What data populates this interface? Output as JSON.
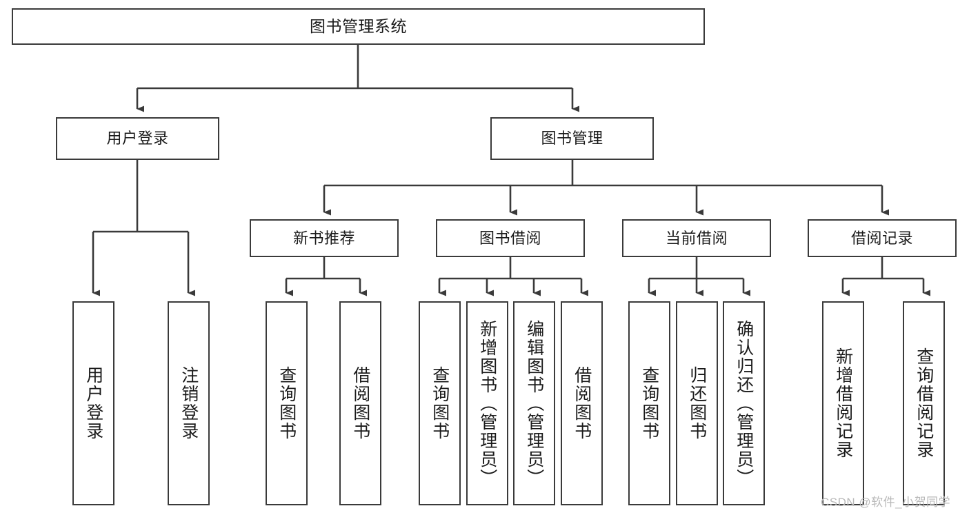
{
  "diagram": {
    "title": "图书管理系统",
    "type": "功能结构图",
    "style": {
      "box_border_color": "#3a3a3a",
      "box_fill_color": "#ffffff",
      "edge_color": "#3a3a3a",
      "text_color": "#1a1a1a",
      "background": "#ffffff"
    },
    "root": {
      "id": "root",
      "label": "图书管理系统"
    },
    "level2": [
      {
        "id": "user-login",
        "label": "用户登录"
      },
      {
        "id": "book-manage",
        "label": "图书管理"
      }
    ],
    "level3": [
      {
        "id": "new-book-recommend",
        "label": "新书推荐",
        "parent": "book-manage"
      },
      {
        "id": "book-borrow",
        "label": "图书借阅",
        "parent": "book-manage"
      },
      {
        "id": "current-borrow",
        "label": "当前借阅",
        "parent": "book-manage"
      },
      {
        "id": "borrow-record",
        "label": "借阅记录",
        "parent": "book-manage"
      }
    ],
    "leaves": {
      "user-login": [
        {
          "id": "leaf-user-login",
          "label": "用户登录"
        },
        {
          "id": "leaf-user-logout",
          "label": "注销登录"
        }
      ],
      "new-book-recommend": [
        {
          "id": "leaf-query-book-1",
          "label": "查询图书"
        },
        {
          "id": "leaf-borrow-book-1",
          "label": "借阅图书"
        }
      ],
      "book-borrow": [
        {
          "id": "leaf-query-book-2",
          "label": "查询图书"
        },
        {
          "id": "leaf-add-book",
          "label": "新增图书（管理员）"
        },
        {
          "id": "leaf-edit-book",
          "label": "编辑图书（管理员）"
        },
        {
          "id": "leaf-borrow-book-2",
          "label": "借阅图书"
        }
      ],
      "current-borrow": [
        {
          "id": "leaf-query-book-3",
          "label": "查询图书"
        },
        {
          "id": "leaf-return-book",
          "label": "归还图书"
        },
        {
          "id": "leaf-confirm-return",
          "label": "确认归还（管理员）"
        }
      ],
      "borrow-record": [
        {
          "id": "leaf-add-record",
          "label": "新增借阅记录"
        },
        {
          "id": "leaf-query-record",
          "label": "查询借阅记录"
        }
      ]
    }
  },
  "watermark": {
    "text": "CSDN @软件_小贺同学"
  }
}
